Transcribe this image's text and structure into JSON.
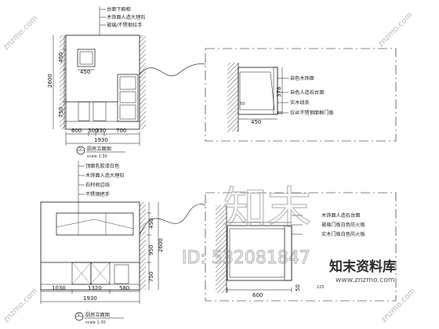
{
  "top_elevation": {
    "callouts": [
      "台面下橱柜",
      "木饰面人造大理石",
      "玻璃/不锈钢拉手"
    ],
    "dims_vertical": [
      "450",
      "2600",
      "750"
    ],
    "dim_inner_450": "450",
    "dims_horizontal": [
      "600",
      "300",
      "330",
      "700"
    ],
    "total_width": "1930",
    "title_number": "5",
    "title_text": "厨房立面图",
    "title_scale": "scale 1:30"
  },
  "top_detail": {
    "labels": [
      "自色木饰面",
      "自色人造石台面",
      "实木线条",
      "拉丝不锈钢面框门板"
    ],
    "dim_right": "378",
    "dim_left_small": "50",
    "dim_left_small2": "60",
    "dim_bottom": "450"
  },
  "bottom_elevation": {
    "callouts": [
      "顶面乳胶漆白色",
      "木饰面人造大理石",
      "石材收边线",
      "不锈钢把手"
    ],
    "dims_vertical": [
      "450",
      "950",
      "750",
      "2600"
    ],
    "dims_horizontal": [
      "1030",
      "1320",
      "580"
    ],
    "total_width": "1930",
    "title_number": "1",
    "title_text": "厨房立面图",
    "title_scale": "scale 1:30"
  },
  "bottom_detail": {
    "labels": [
      "木饰面人造石台面",
      "玻璃门板白色防火板",
      "实木门板白色防火板"
    ],
    "dim_bottom": "600",
    "dim_right": "50",
    "dim_small": "125"
  },
  "watermark": {
    "big_chars": "知末",
    "id_text": "ID: 532081847",
    "site_cn": "知末资料库",
    "site_url": "www.znzmo.com",
    "corner": "znzmo.com"
  }
}
